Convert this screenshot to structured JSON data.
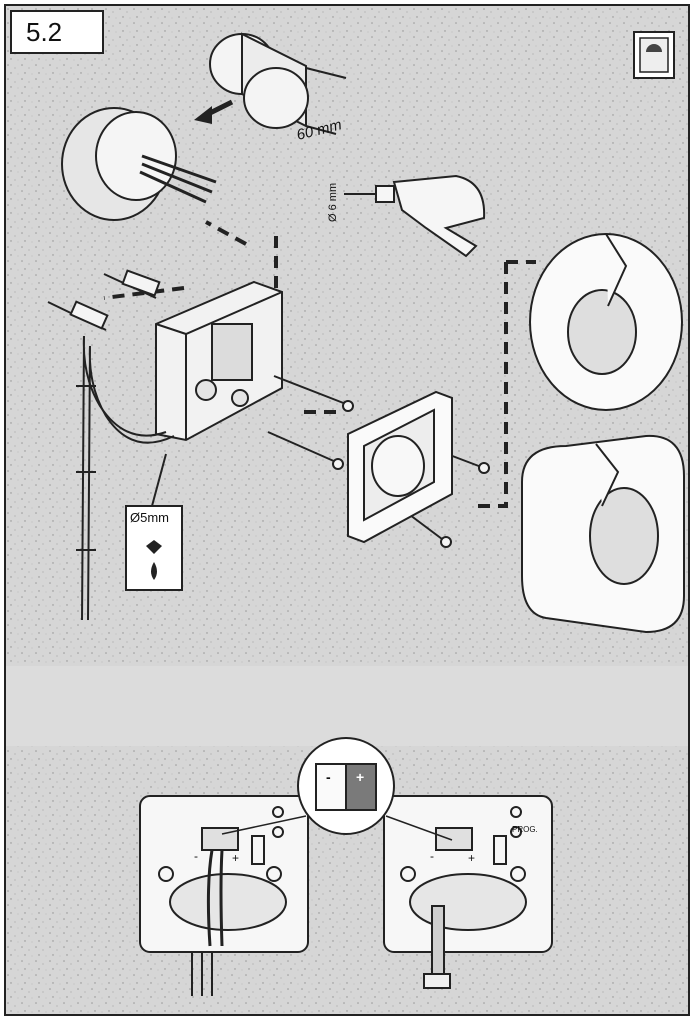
{
  "step": "5.2",
  "labels": {
    "box_depth": "60 mm",
    "drill_bit": "Ø 6 mm",
    "plug_drill": "Ø5mm",
    "prog": "PROG.",
    "minus": "-",
    "plus": "+"
  },
  "colors": {
    "background_top": "#cfcfcf",
    "background_bottom": "#dadada",
    "line": "#222222",
    "plate": "#ffffff"
  }
}
